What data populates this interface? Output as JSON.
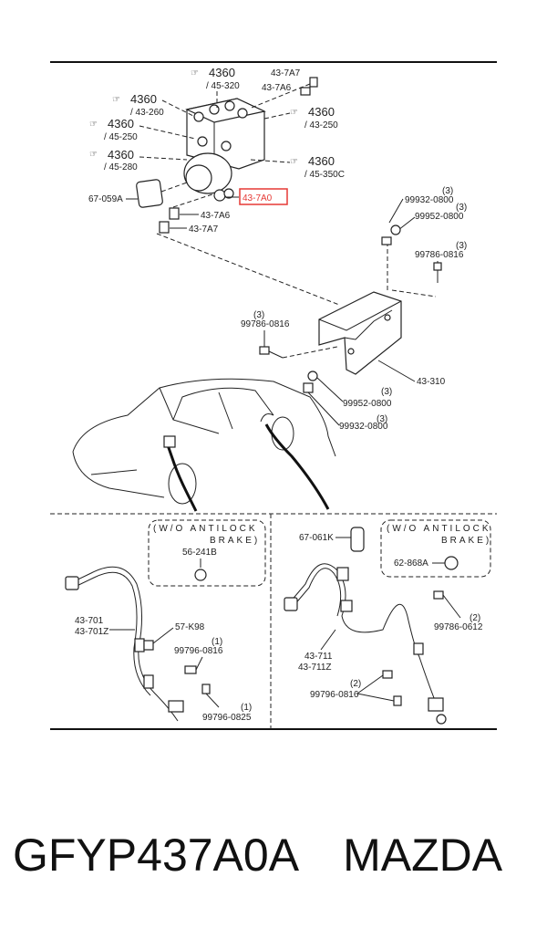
{
  "labels": {
    "hu_top": {
      "num": "4360",
      "sub": "/ 45-320"
    },
    "hu_l1": {
      "num": "4360",
      "sub": "/ 43-260"
    },
    "hu_l2": {
      "num": "4360",
      "sub": "/ 45-250"
    },
    "hu_l3": {
      "num": "4360",
      "sub": "/ 45-280"
    },
    "hu_r1": {
      "num": "4360",
      "sub": "/ 43-250"
    },
    "hu_r2": {
      "num": "4360",
      "sub": "/ 45-350C"
    },
    "p437a7_top": "43-7A7",
    "p437a6_top": "43-7A6",
    "p67059a": "67-059A",
    "p437a0": "43-7A0",
    "p437a6": "43-7A6",
    "p437a7": "43-7A7",
    "p99932_top": "99932-0800",
    "p99932_top_q": "(3)",
    "p99952_top": "99952-0800",
    "p99952_top_q": "(3)",
    "p99786_r": "99786-0816",
    "p99786_r_q": "(3)",
    "p99786_l": "99786-0816",
    "p99786_l_q": "(3)",
    "p43310": "43-310",
    "p99952_b": "99952-0800",
    "p99952_b_q": "(3)",
    "p99932_b": "99932-0800",
    "p99932_b_q": "(3)",
    "wo1_a": "(W/O ANTILOCK",
    "wo1_b": "BRAKE)",
    "p56241b": "56-241B",
    "p43701": "43-701",
    "p43701z": "43-701Z",
    "p57k98": "57-K98",
    "p99796_l": "99796-0816",
    "p99796_l_q": "(1)",
    "p99796_0825": "99796-0825",
    "p99796_0825_q": "(1)",
    "p67061k": "67-061K",
    "wo2_a": "(W/O ANTILOCK",
    "wo2_b": "BRAKE)",
    "p62868a": "62-868A",
    "p99786_0612": "99786-0612",
    "p99786_0612_q": "(2)",
    "p43711": "43-711",
    "p43711z": "43-711Z",
    "p99796_r": "99796-0816",
    "p99796_r_q": "(2)"
  },
  "caption": {
    "part_number": "GFYP437A0A",
    "brand": "MAZDA"
  },
  "colors": {
    "highlight": "#e53935",
    "line": "#222222"
  }
}
